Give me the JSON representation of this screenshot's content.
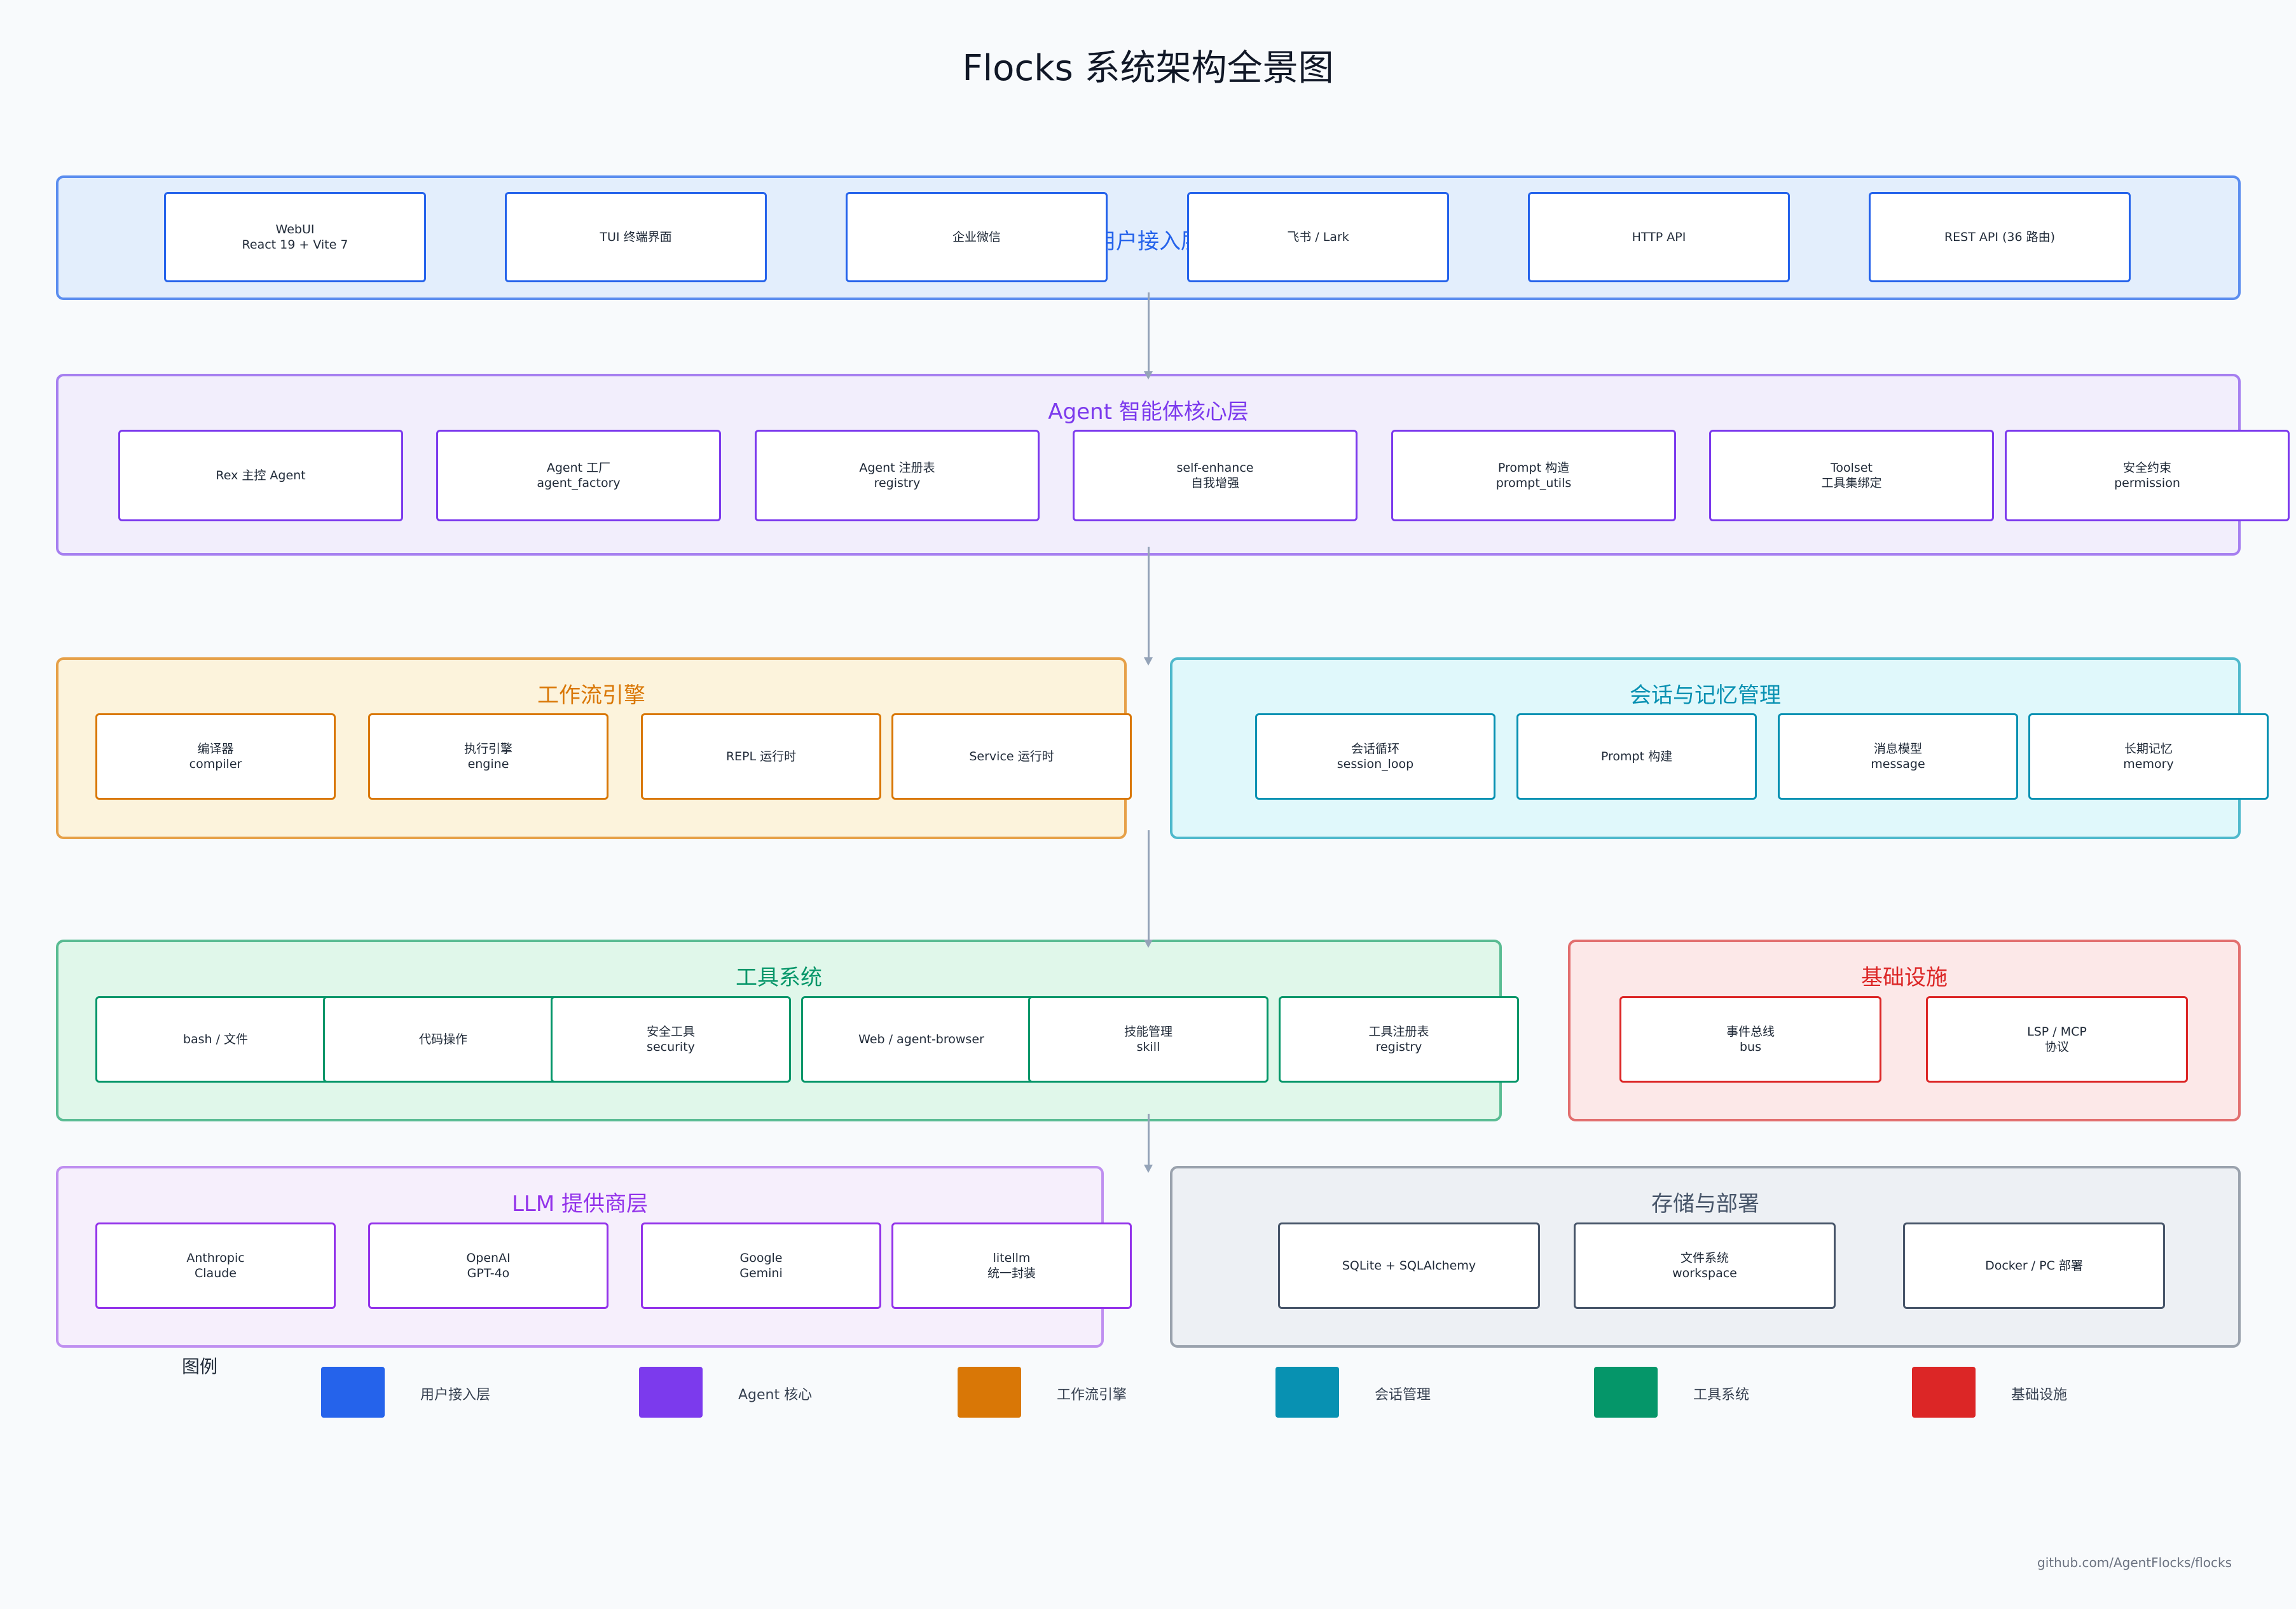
{
  "title": "Flocks 系统架构全景图",
  "colors": {
    "user": "#2563eb",
    "agent": "#7c3aed",
    "workflow": "#d97706",
    "session": "#0891b2",
    "tools": "#059669",
    "infra": "#dc2626",
    "llm": "#9333ea",
    "storage": "#475569",
    "arrow": "#94a3b8"
  },
  "layers": {
    "user": {
      "title": "用户接入层",
      "items": [
        "WebUI\nReact 19 + Vite 7",
        "TUI 终端界面",
        "企业微信",
        "飞书 / Lark",
        "HTTP API",
        "REST API (36 路由)"
      ]
    },
    "agent": {
      "title": "Agent 智能体核心层",
      "items": [
        "Rex 主控 Agent",
        "Agent 工厂\nagent_factory",
        "Agent 注册表\nregistry",
        "self-enhance\n自我增强",
        "Prompt 构造\nprompt_utils",
        "Toolset\n工具集绑定",
        "安全约束\npermission"
      ]
    },
    "workflow": {
      "title": "工作流引擎",
      "items": [
        "编译器\ncompiler",
        "执行引擎\nengine",
        "REPL 运行时",
        "Service 运行时"
      ]
    },
    "session": {
      "title": "会话与记忆管理",
      "items": [
        "会话循环\nsession_loop",
        "Prompt 构建",
        "消息模型\nmessage",
        "长期记忆\nmemory"
      ]
    },
    "tools": {
      "title": "工具系统",
      "items": [
        "bash / 文件",
        "代码操作",
        "安全工具\nsecurity",
        "Web / agent-browser",
        "技能管理\nskill",
        "工具注册表\nregistry"
      ]
    },
    "infra": {
      "title": "基础设施",
      "items": [
        "事件总线\nbus",
        "LSP / MCP\n协议"
      ]
    },
    "llm": {
      "title": "LLM 提供商层",
      "items": [
        "Anthropic\nClaude",
        "OpenAI\nGPT-4o",
        "Google\nGemini",
        "litellm\n统一封装"
      ]
    },
    "storage": {
      "title": "存储与部署",
      "items": [
        "SQLite + SQLAlchemy",
        "文件系统\nworkspace",
        "Docker / PC 部署"
      ]
    }
  },
  "legend": {
    "title": "图例",
    "items": [
      {
        "label": "用户接入层",
        "color": "#2563eb"
      },
      {
        "label": "Agent 核心",
        "color": "#7c3aed"
      },
      {
        "label": "工作流引擎",
        "color": "#d97706"
      },
      {
        "label": "会话管理",
        "color": "#0891b2"
      },
      {
        "label": "工具系统",
        "color": "#059669"
      },
      {
        "label": "基础设施",
        "color": "#dc2626"
      }
    ]
  },
  "footer": "github.com/AgentFlocks/flocks"
}
